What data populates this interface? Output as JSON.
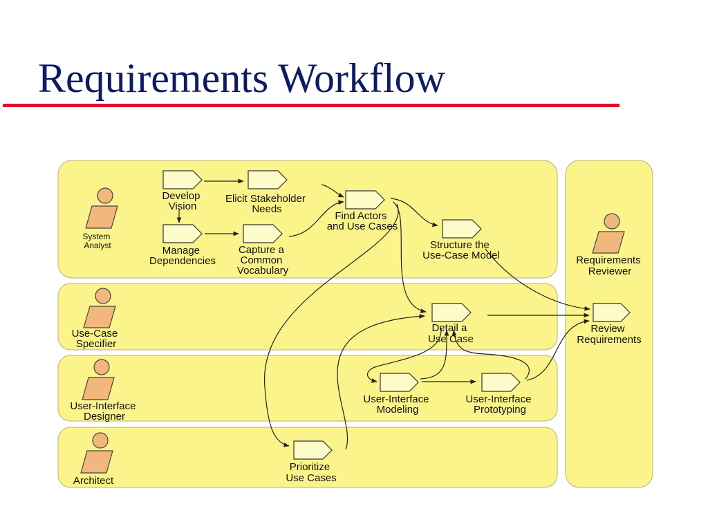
{
  "title": "Requirements Workflow",
  "colors": {
    "title": "#0d1b63",
    "rule": "#e0102f",
    "swimlane": "#faf48a",
    "activity": "#fdfcc8",
    "actor": "#f1b77c",
    "line": "#222222"
  },
  "roles": {
    "system_analyst": [
      "System",
      "Analyst"
    ],
    "requirements_reviewer": [
      "Requirements",
      "Reviewer"
    ],
    "use_case_specifier": [
      "Use-Case",
      "Specifier"
    ],
    "user_interface_designer": [
      "User-Interface",
      "Designer"
    ],
    "architect": [
      "Architect"
    ]
  },
  "activities": {
    "develop_vision": [
      "Develop",
      "Vision"
    ],
    "elicit_stakeholder_needs": [
      "Elicit Stakeholder",
      "Needs"
    ],
    "find_actors_and_use_cases": [
      "Find Actors",
      "and Use Cases"
    ],
    "manage_dependencies": [
      "Manage",
      "Dependencies"
    ],
    "capture_common_vocabulary": [
      "Capture a",
      "Common",
      "Vocabulary"
    ],
    "structure_use_case_model": [
      "Structure the",
      "Use-Case Model"
    ],
    "detail_use_case": [
      "Detail a",
      "Use Case"
    ],
    "review_requirements": [
      "Review",
      "Requirements"
    ],
    "user_interface_modeling": [
      "User-Interface",
      "Modeling"
    ],
    "user_interface_prototyping": [
      "User-Interface",
      "Prototyping"
    ],
    "prioritize_use_cases": [
      "Prioritize",
      "Use Cases"
    ]
  }
}
